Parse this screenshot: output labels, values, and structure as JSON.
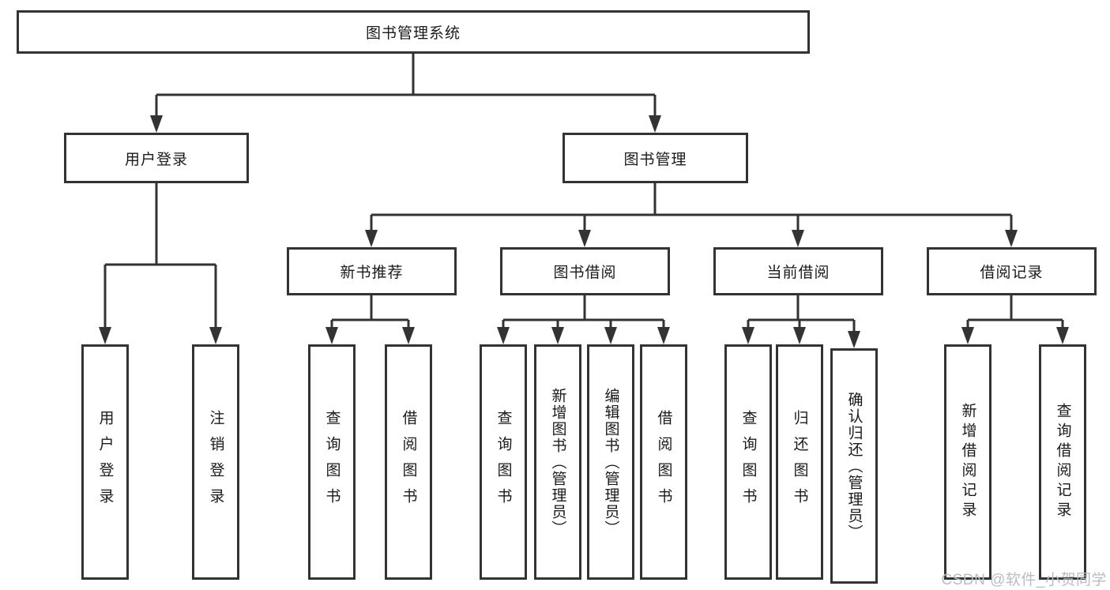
{
  "diagram": {
    "title": "图书管理系统",
    "level2": [
      {
        "label": "用户登录"
      },
      {
        "label": "图书管理"
      }
    ],
    "level3": [
      {
        "label": "新书推荐"
      },
      {
        "label": "图书借阅"
      },
      {
        "label": "当前借阅"
      },
      {
        "label": "借阅记录"
      }
    ],
    "leaves": [
      {
        "label": "用户登录"
      },
      {
        "label": "注销登录"
      },
      {
        "label": "查询图书"
      },
      {
        "label": "借阅图书"
      },
      {
        "label": "查询图书"
      },
      {
        "label": "新增图书（管理员）"
      },
      {
        "label": "编辑图书（管理员）"
      },
      {
        "label": "借阅图书"
      },
      {
        "label": "查询图书"
      },
      {
        "label": "归还图书"
      },
      {
        "label": "确认归还（管理员）"
      },
      {
        "label": "新增借阅记录"
      },
      {
        "label": "查询借阅记录"
      }
    ],
    "watermark": "CSDN @软件_小贺同学",
    "colors": {
      "line": "#333333",
      "border": "#333333",
      "text": "#1a1a1a",
      "background": "#ffffff",
      "watermark": "#b7bdc3"
    }
  }
}
